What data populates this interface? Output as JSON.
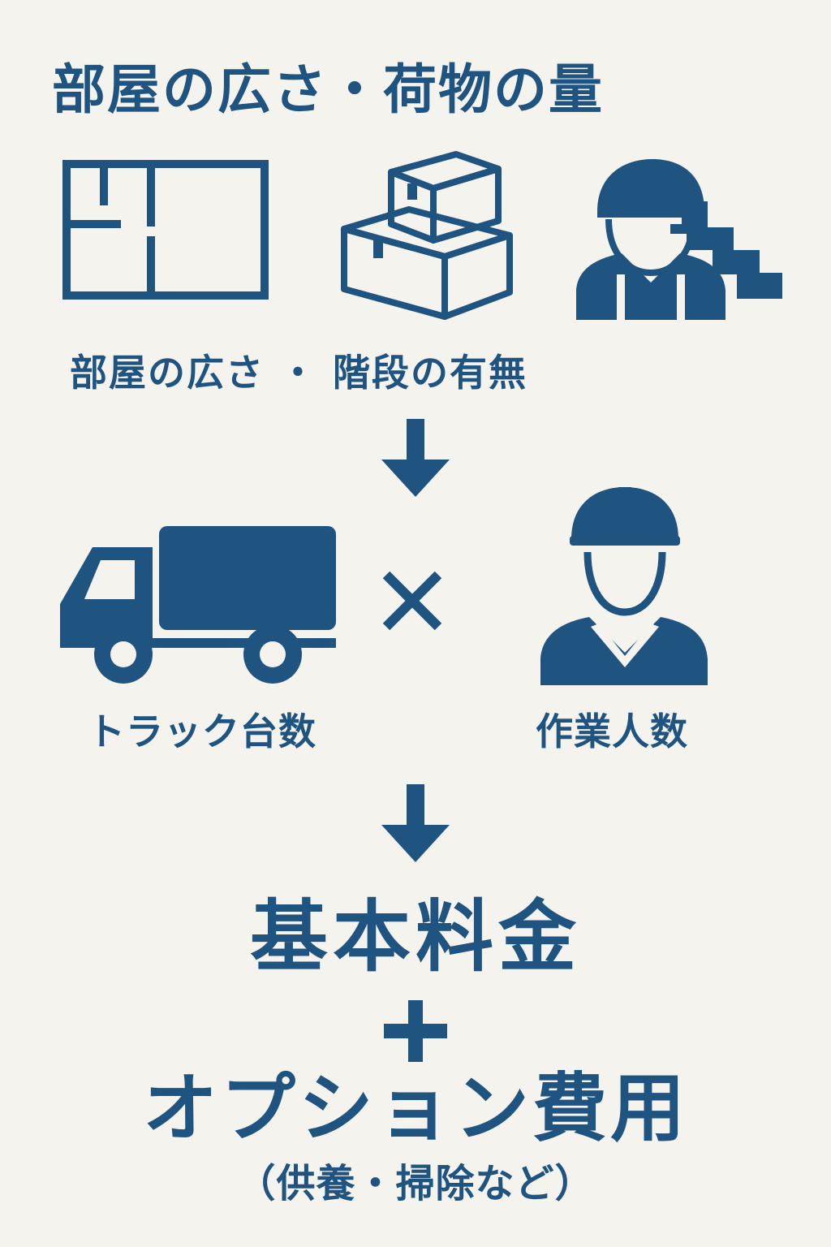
{
  "title": "部屋の広さ・荷物の量",
  "factors_label": "部屋の広さ ・ 階段の有無",
  "truck_label": "トラック台数",
  "workers_label": "作業人数",
  "base_fee": "基本料金",
  "option_fee": "オプション費用",
  "option_note": "（供養・掃除など）",
  "icons": {
    "floor_plan": "floor-plan-icon",
    "boxes": "boxes-icon",
    "stairs_person": "person-stairs-icon",
    "truck": "truck-icon",
    "worker": "worker-helmet-icon",
    "multiply": "multiply-icon",
    "plus": "plus-icon",
    "arrow": "arrow-down-icon"
  },
  "colors": {
    "primary": "#1f5380",
    "background": "#f5f3ee"
  }
}
